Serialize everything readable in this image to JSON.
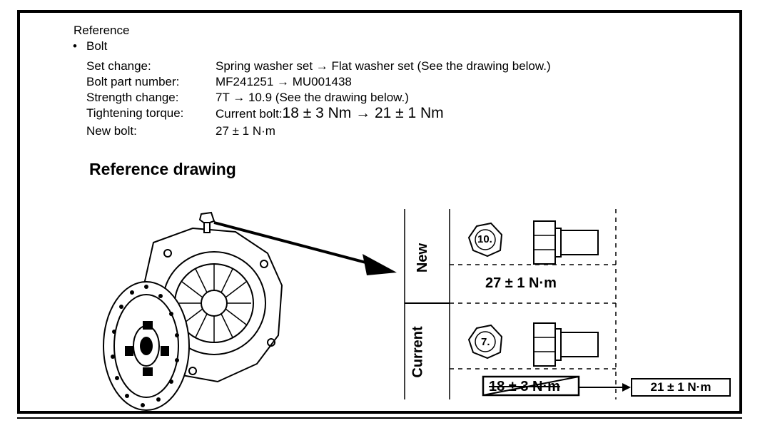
{
  "reference": {
    "heading": "Reference",
    "bullet": "•",
    "item_title": "Bolt",
    "rows": [
      {
        "label": "Set change:",
        "value": "Spring washer set → Flat washer set (See the drawing below.)"
      },
      {
        "label": "Bolt part number:",
        "value": "MF241251 → MU001438"
      },
      {
        "label": "Strength change:",
        "value": "7T → 10.9 (See the drawing below.)"
      },
      {
        "label": "Tightening torque:",
        "value_prefix": "Current bolt:",
        "value_big": "18 ± 3 Nm → 21 ± 1 Nm"
      },
      {
        "label": "New bolt:",
        "value": "27 ± 1 N·m"
      }
    ]
  },
  "drawing": {
    "heading": "Reference drawing",
    "new_label": "New",
    "current_label": "Current",
    "new_mark": "10.",
    "current_mark": "7.",
    "new_torque": "27 ± 1 N·m",
    "current_torque": "18 ± 3 N·m",
    "updated_torque": "21 ± 1 N·m"
  }
}
